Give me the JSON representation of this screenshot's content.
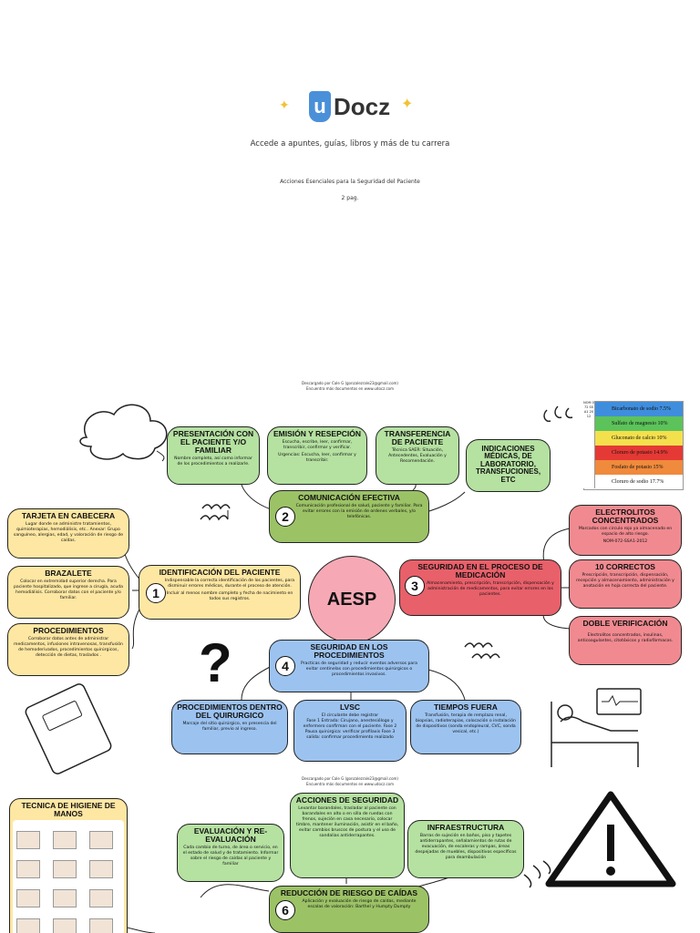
{
  "header": {
    "brand_u": "u",
    "brand_rest": "Docz",
    "tagline": "Accede a apuntes, guías, libros y más de tu carrera",
    "title": "Acciones Esenciales para la Seguridad del Paciente",
    "pages": "2 pag."
  },
  "download": {
    "line1": "Descargado por Cale G (gonzalezrale23@gmail.com)",
    "line2": "Encuentra más documentos en www.udocz.com"
  },
  "center": {
    "label": "AESP"
  },
  "nodes": {
    "n1": {
      "number": "1",
      "title": "IDENTIFICACIÓN DEL PACIENTE",
      "text": "Indispensable la correcta identificación de los pacientes, para disminuir errores médicos, durante el proceso de atención.",
      "sub": "Incluir al menos nombre completo y fecha de nacimiento en todos sus registros."
    },
    "tarjeta": {
      "title": "TARJETA EN CABECERA",
      "text": "Lugar donde se administre tratamientos, quimioterapias,  hemodiálisis, etc.. Anexar: Grupo sanguíneo, alergias, edad, y valoración de riesgo de caídas."
    },
    "brazalete": {
      "title": "BRAZALETE",
      "text": "Colocar en extremidad superior derecha. Para paciente hospitalizado, que ingrese a cirugía, acuda hemodiálisis. Corroborar datos con el paciente y/o familiar."
    },
    "procedimientos": {
      "title": "PROCEDIMIENTOS",
      "text": "Corroborar datos antes de administrar medicamentos,  infusiones intravenosas, transfusión de hemoderivados, procedimientos quirúrgicos, detección de dietas, traslados ."
    },
    "n2": {
      "number": "2",
      "title": "COMUNICACIÓN EFECTIVA",
      "text": "Comunicación profesional de salud, paciente y familiar. Para evitar errores con la emisión de ordenes verbales, y/o telefónicas."
    },
    "presentacion": {
      "title": "PRESENTACIÓN CON EL PACIENTE Y/O FAMILIAR",
      "text": "Nombre completo, así como informar de los procedimientos a realizarle."
    },
    "emision": {
      "title": "EMISIÓN Y RESEPCIÓN",
      "text": "Escucha, escribe, leer, confirmar, transcribir, confirmar y verificar.",
      "sub": "Urgencias: Escucha,  leer, confirmar y transcribir."
    },
    "transferencia": {
      "title": "TRANSFERENCIA DE PACIENTE",
      "text": "Técnica SAER: Situación, Antecedentes, Evaluación y Recomendación."
    },
    "indicaciones": {
      "title": "INDICACIONES MÉDICAS, DE LABORATORIO, TRANSFUCIONES, ETC"
    },
    "n3": {
      "number": "3",
      "title": "SEGURIDAD EN EL PROCESO DE MEDICACIÓN",
      "text": "Almacenamiento, prescripción, transcripción, dispensación y administración de medicamentos, para evitar errores en los pacientes."
    },
    "electrolitos": {
      "title": "ELECTROLITOS CONCENTRADOS",
      "text": "Marcados con circulo rojo ya almacenado en espacio de alto riesgo.",
      "sub": "NOM-072-SSA1-2012"
    },
    "correctos": {
      "title": "10 CORRECTOS",
      "text": "Prescripción, transcripción, dispensación, recepción y almacenamiento,  administración y anotación en hoja correcta del paciente."
    },
    "doble": {
      "title": "DOBLE VERIFICACIÓN",
      "text": "Electrolitos concentrados, insulinas, anticoagulantes, citotóxicos y radiofármacos."
    },
    "n4": {
      "number": "4",
      "title": "SEGURIDAD EN LOS PROCEDIMIENTOS",
      "text": "Practicas de seguridad y reducir eventos adversos para evitar centinelas con procedimientos quirúrgicos o procedimientos invasivos."
    },
    "dentro": {
      "title": "PROCEDIMIENTOS DENTRO DEL QUIRURGICO",
      "text": "Marcaje del sitio quirúrgico, en presencia del familiar, previo al ingreso."
    },
    "lvsc": {
      "title": "LVSC",
      "text": "El circulante debe registrar",
      "sub": "Fase 1 Entrada: Cirujano, anestesiólogo y enfermero confirman con el paciente. Fase 2 Pausa quirúrgica: verificar profilaxis Fase 3 salida: confirmar procedimiento realizado"
    },
    "tiempos": {
      "title": "TIEMPOS FUERA",
      "text": "Transfusión, terapia de remplazo renal, biopsias, radioterapias, colocación o instalación de dispositivos (sonda endopleural, CVC, sonda vesical, etc.)"
    },
    "higiene": {
      "title": "TECNICA DE HIGIENE DE MANOS"
    },
    "evaluacion": {
      "title": "EVALUACIÓN Y RE-EVALUACIÓN",
      "text": "Cada cambio de turno, de área o servicio, en el estado de salud y de tratamiento. Informar sobre el riesgo de caídas al paciente y familiar"
    },
    "acciones": {
      "title": "ACCIONES DE SEGURIDAD",
      "text": "Levantar barandales, trasladar al paciente con barandales en alto o en silla de ruedas con frenos,  sujeción en casa necesario, colocar timbre, mantener iluminación,  asistir en el baño, evitar cambios bruscos de postura y el uso de sandalias antiderrapantes."
    },
    "infra": {
      "title": "INFRAESTRUCTURA",
      "text": "Barras de sujeción en baños, piso y tapetes antiderrapantes, señalamientos de rutas de evacuación,  de escaleras y rampas,  áreas despejadas de muebles, dispositivos específicos para deambulación"
    },
    "n6": {
      "number": "6",
      "title": "REDUCCIÓN DE RIESGO DE CAÍDAS",
      "text": "Aplicación y evaluación de riesgo de caídas, mediante escalas de valoración: Barthel y Humpty Dumpty"
    }
  },
  "strip": {
    "items": [
      {
        "label": "Bicarbonato de sodio 7.5%",
        "color": "#3f8ede"
      },
      {
        "label": "Sulfato de magnesio 10%",
        "color": "#5cc35a"
      },
      {
        "label": "Gluconato de calcio 10%",
        "color": "#f4e04d"
      },
      {
        "label": "Cloruro de potasio 14.9%",
        "color": "#e53935"
      },
      {
        "label": "Fosfato de potasio 15%",
        "color": "#f08a3c"
      },
      {
        "label": "Cloruro de sodio 17.7%",
        "color": "#ffffff"
      }
    ],
    "side_text": "NOM 072 SSA1 2012"
  },
  "colors": {
    "accent_blue": "#4a90d9",
    "center_pink": "#f6a9b5"
  }
}
